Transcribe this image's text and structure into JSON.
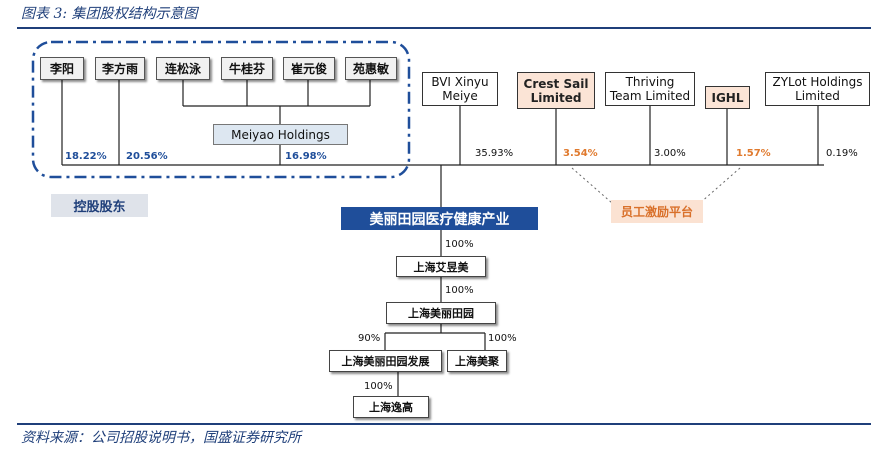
{
  "caption": "图表 3:  集团股权结构示意图",
  "source": "资料来源：公司招股说明书，国盛证券研究所",
  "controlling_persons": [
    "李阳",
    "李方雨",
    "连松泳",
    "牛桂芬",
    "崔元俊",
    "苑惠敏"
  ],
  "meiyao_label": "Meiyao Holdings",
  "controlling_label": "控股股东",
  "shareholders": [
    {
      "line1": "BVI Xinyu",
      "line2": "Meiye"
    },
    {
      "line1": "Crest Sail",
      "line2": "Limited"
    },
    {
      "line1": "Thriving",
      "line2": "Team Limited"
    },
    {
      "line1": "IGHL",
      "line2": ""
    },
    {
      "line1": "ZYLot Holdings",
      "line2": "Limited"
    }
  ],
  "percentages": {
    "liyang": "18.22%",
    "lifangyu": "20.56%",
    "meiyao": "16.98%",
    "bvi": "35.93%",
    "crest": "3.54%",
    "thriving": "3.00%",
    "ighl": "1.57%",
    "zylot": "0.19%",
    "to_aixi": "100%",
    "to_meili": "100%",
    "to_fazhan": "90%",
    "to_meiju": "100%",
    "to_yigao": "100%"
  },
  "incentive_label": "员工激励平台",
  "main_company": "美丽田园医疗健康产业",
  "subsidiaries": {
    "aixi": "上海艾昱美",
    "meili": "上海美丽田园",
    "fazhan": "上海美丽田园发展",
    "meiju": "上海美聚",
    "yigao": "上海逸高"
  },
  "colors": {
    "navy": "#1f4e9a",
    "orange_text": "#e07a2e",
    "orange_fill": "#fbe4d6",
    "meiyao_fill": "#dde7f1"
  }
}
